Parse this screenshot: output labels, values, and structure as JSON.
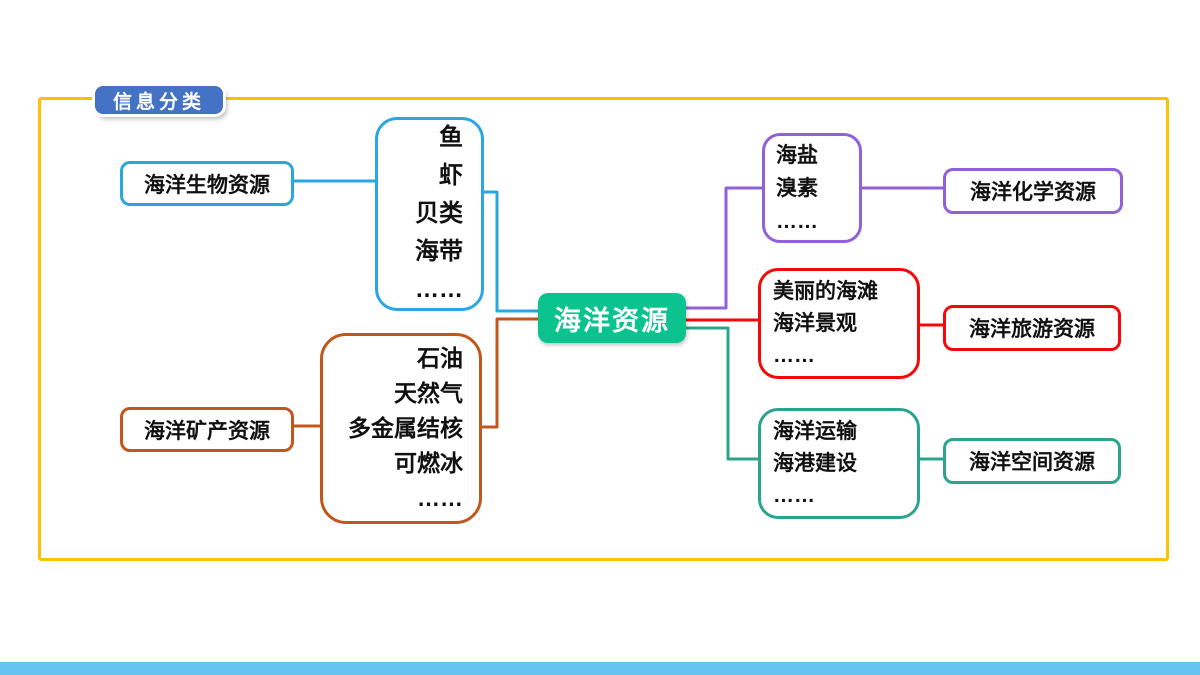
{
  "page": {
    "badge": "信息分类"
  },
  "colors": {
    "badge_bg": "#4472c4",
    "frame": "#fec101",
    "cyan": "#2aa7e0",
    "orange": "#c2571c",
    "green": "#0bc38f",
    "purple": "#9061d9",
    "red": "#f40909",
    "teal": "#2ba48e",
    "footer_bar": "#67c4f0"
  },
  "diagram": {
    "center": {
      "label": "海洋资源"
    },
    "left_branches": [
      {
        "label": "海洋生物资源",
        "items": [
          "鱼",
          "虾",
          "贝类",
          "海带",
          "……"
        ]
      },
      {
        "label": "海洋矿产资源",
        "items": [
          "石油",
          "天然气",
          "多金属结核",
          "可燃冰",
          "……"
        ]
      }
    ],
    "right_branches": [
      {
        "label": "海洋化学资源",
        "items": [
          "海盐",
          "溴素",
          "……"
        ]
      },
      {
        "label": "海洋旅游资源",
        "items": [
          "美丽的海滩",
          "海洋景观",
          "……"
        ]
      },
      {
        "label": "海洋空间资源",
        "items": [
          "海洋运输",
          "海港建设",
          "……"
        ]
      }
    ]
  }
}
